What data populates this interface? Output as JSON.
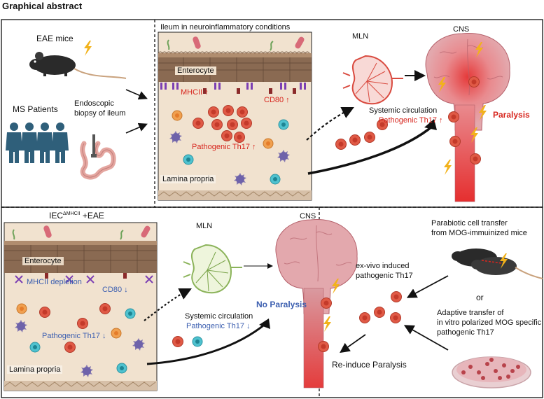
{
  "header": {
    "title": "Graphical abstract"
  },
  "top": {
    "eae_mice": "EAE mice",
    "ms_patients": "MS Patients",
    "endoscopic_line1": "Endoscopic",
    "endoscopic_line2": "biopsy of ileum",
    "panel_title": "Ileum in neuroinflammatory conditions",
    "enterocyte": "Enterocyte",
    "mhcii": "MHCII ↑",
    "cd80": "CD80 ↑",
    "pathogenic_th17": "Pathogenic Th17 ↑",
    "lamina_propria": "Lamina propria",
    "mln": "MLN",
    "cns": "CNS",
    "systemic_circulation": "Systemic circulation",
    "pathogenic_th17_sys": "Pathogenic Th17 ↑",
    "paralysis": "Paralysis"
  },
  "bottom": {
    "panel_title_main": "IEC",
    "panel_title_sup": "ΔMHCII",
    "panel_title_rest": " +EAE",
    "enterocyte": "Enterocyte",
    "mhcii_depletion": "MHCII depletion",
    "cd80": "CD80 ↓",
    "pathogenic_th17": "Pathogenic Th17 ↓",
    "lamina_propria": "Lamina propria",
    "mln": "MLN",
    "cns": "CNS",
    "systemic_circulation": "Systemic circulation",
    "pathogenic_th17_sys": "Pathogenic Th17 ↓",
    "no_paralysis": "No Paralysis",
    "exvivo_line1": "ex-vivo induced",
    "exvivo_line2": "pathogenic Th17",
    "reinduce": "Re-induce Paralysis",
    "parabiotic_line1": "Parabiotic cell transfer",
    "parabiotic_line2": "from MOG-immuinized mice",
    "or": "or",
    "adaptive_line1": "Adaptive transfer of",
    "adaptive_line2": "in vitro polarized MOG specific",
    "adaptive_line3": "pathogenic Th17"
  },
  "colors": {
    "up_red": "#d7261e",
    "down_blue": "#3c5fb0",
    "th17_red": "#e05a46",
    "tissue": "#f1e2cf",
    "enterocyte_brown": "#8a6a52"
  }
}
